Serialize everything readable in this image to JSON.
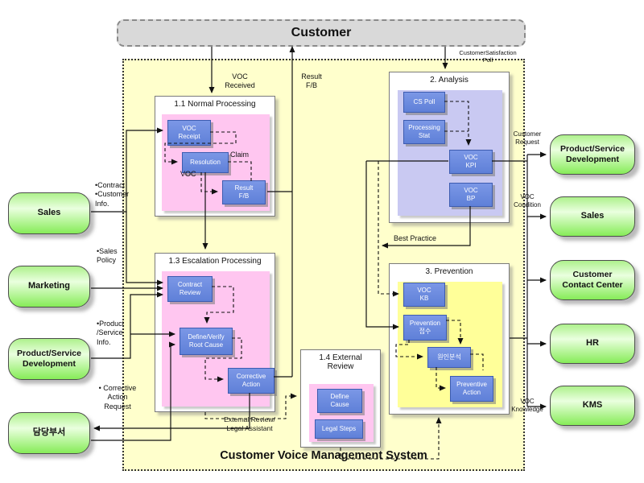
{
  "customer": {
    "label": "Customer"
  },
  "system": {
    "label": "Customer Voice Management System"
  },
  "sections": {
    "normal": {
      "title": "1.1 Normal Processing",
      "steps": {
        "voc_receipt": "VOC\nReceipt",
        "resolution": "Resolution",
        "result_fb": "Result\nF/B"
      }
    },
    "escalation": {
      "title": "1.3 Escalation Processing",
      "steps": {
        "contract_review": "Contract\nReview",
        "root_cause": "Define/Verify\nRoot Cause",
        "corrective_action": "Corrective\nAction"
      }
    },
    "external": {
      "title": "1.4 External\nReview",
      "steps": {
        "define_cause": "Define\nCause",
        "legal_steps": "Legal Steps"
      }
    },
    "analysis": {
      "title": "2. Analysis",
      "steps": {
        "cs_poll": "CS Poll",
        "processing_stat": "Processing\nStat",
        "voc_kpi": "VOC\nKPI",
        "voc_bp": "VOC\nBP"
      }
    },
    "prevention": {
      "title": "3. Prevention",
      "steps": {
        "voc_kb": "VOC\nKB",
        "prevention_intake": "Prevention\n접수",
        "cause_analysis": "원인분석",
        "preventive_action": "Preventive\nAction"
      }
    }
  },
  "left_nodes": [
    {
      "label": "Sales",
      "note": "•Contract\n•Customer\nInfo."
    },
    {
      "label": "Marketing",
      "note": "•Sales\nPolicy"
    },
    {
      "label": "Product/Service\nDevelopment",
      "note": "•Product\n/Service\nInfo."
    },
    {
      "label": "담당부서",
      "note": "• Corrective\nAction\nRequest"
    }
  ],
  "right_nodes": [
    {
      "label": "Product/Service\nDevelopment",
      "note": "Customer\nRequest"
    },
    {
      "label": "Sales",
      "note": "VOC\nCondition"
    },
    {
      "label": "Customer\nContact Center",
      "note": ""
    },
    {
      "label": "HR",
      "note": ""
    },
    {
      "label": "KMS",
      "note": "VOC\nKnowledge"
    }
  ],
  "flow": {
    "voc_received": "VOC\nReceived",
    "result_fb": "Result\nF/B",
    "customer_satisfaction_poll": "CustomerSatisfaction\nPoll",
    "claim": "Claim",
    "voc": "VOC",
    "best_practice": "Best Practice",
    "external_review_legal": "External Review/\nLegal Assistant"
  },
  "colors": {
    "step_blue": "#6787de",
    "panel_pink": "#ffc6f0",
    "panel_purple": "#c9c9f2",
    "panel_yellow": "#ffff99",
    "node_green": "#8fee64",
    "area_yellow": "#ffffcc",
    "customer_gray": "#d9d9d9"
  }
}
